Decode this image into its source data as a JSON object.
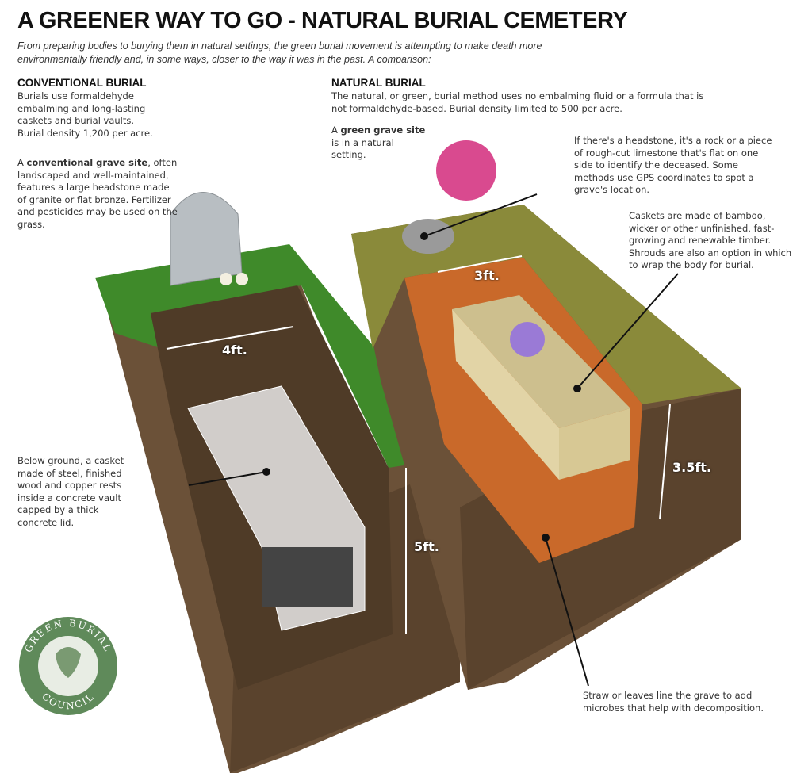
{
  "title": "A GREENER WAY TO GO - NATURAL BURIAL CEMETERY",
  "subtitle": "From preparing bodies to burying them in natural settings, the green burial movement is attempting to make death more environmentally friendly and, in some ways, closer to the way it was in the past. A comparison:",
  "conventional": {
    "heading": "CONVENTIONAL BURIAL",
    "intro": "Burials use formaldehyde embalming and long-lasting caskets and burial vaults. Burial density 1,200 per acre.",
    "site_prefix": "A ",
    "site_bold": "conventional grave site",
    "site_text": ", often landscaped and well-maintained, features a large headstone made of granite or flat bronze. Fertilizer and pesticides may be used on the grass.",
    "casket_note": "Below ground, a casket made of steel, finished wood and copper rests inside a concrete vault capped by a thick concrete lid.",
    "width": "4ft.",
    "depth": "5ft."
  },
  "natural": {
    "heading": "NATURAL BURIAL",
    "intro": "The natural, or green, burial method uses no embalming fluid or a formula that is not formaldehyde-based. Burial density limited to 500 per acre.",
    "site_prefix": "A ",
    "site_bold": "green grave site",
    "site_text": " is in a natural setting.",
    "headstone_note": "If there's a headstone, it's a rock or a piece of rough-cut limestone that's flat on one side to identify the deceased. Some methods use GPS coordinates to spot a grave's location.",
    "casket_note": "Caskets are made of bamboo, wicker or other unfinished, fast-growing and renewable timber. Shrouds are also an option in which to wrap the body for burial.",
    "leaves_note": "Straw or leaves line the grave to add microbes that help with decomposition.",
    "width": "3ft.",
    "depth": "3.5ft."
  },
  "logo": {
    "text_top": "GREEN BURIAL",
    "text_bottom": "COUNCIL"
  },
  "colors": {
    "grass": "#3f8a2a",
    "soil": "#6b5138",
    "leaves": "#d0702a",
    "logo": "#5f8a5a"
  }
}
